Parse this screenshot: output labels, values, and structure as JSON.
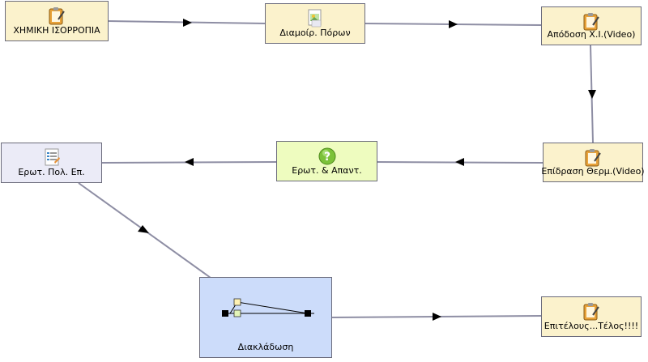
{
  "nodes": {
    "chem": {
      "label": "ΧΗΜΙΚΗ ΙΣΟΡΡΟΠΙΑ",
      "icon": "clipboard-pencil-icon"
    },
    "pores": {
      "label": "Διαμοίρ. Πόρων",
      "icon": "image-document-icon"
    },
    "video1": {
      "label": "Απόδοση Χ.Ι.(Video)",
      "icon": "clipboard-pencil-icon"
    },
    "video2": {
      "label": "Επίδραση Θερμ.(Video)",
      "icon": "clipboard-pencil-icon"
    },
    "qa": {
      "label": "Ερωτ. & Απαντ.",
      "icon": "question-icon"
    },
    "mcq": {
      "label": "Ερωτ. Πολ. Επ.",
      "icon": "checklist-icon"
    },
    "branch": {
      "label": "Διακλάδωση",
      "icon": "branching-icon"
    },
    "end": {
      "label": "Επιτέλους...Τέλος!!!!",
      "icon": "clipboard-pencil-icon"
    }
  },
  "edges": [
    [
      "chem",
      "pores"
    ],
    [
      "pores",
      "video1"
    ],
    [
      "video1",
      "video2"
    ],
    [
      "video2",
      "qa"
    ],
    [
      "qa",
      "mcq"
    ],
    [
      "mcq",
      "branch"
    ],
    [
      "branch",
      "end"
    ]
  ],
  "colors": {
    "edge": "#8e8ea4",
    "arrow": "#000000",
    "border": "#6b6b7b"
  }
}
